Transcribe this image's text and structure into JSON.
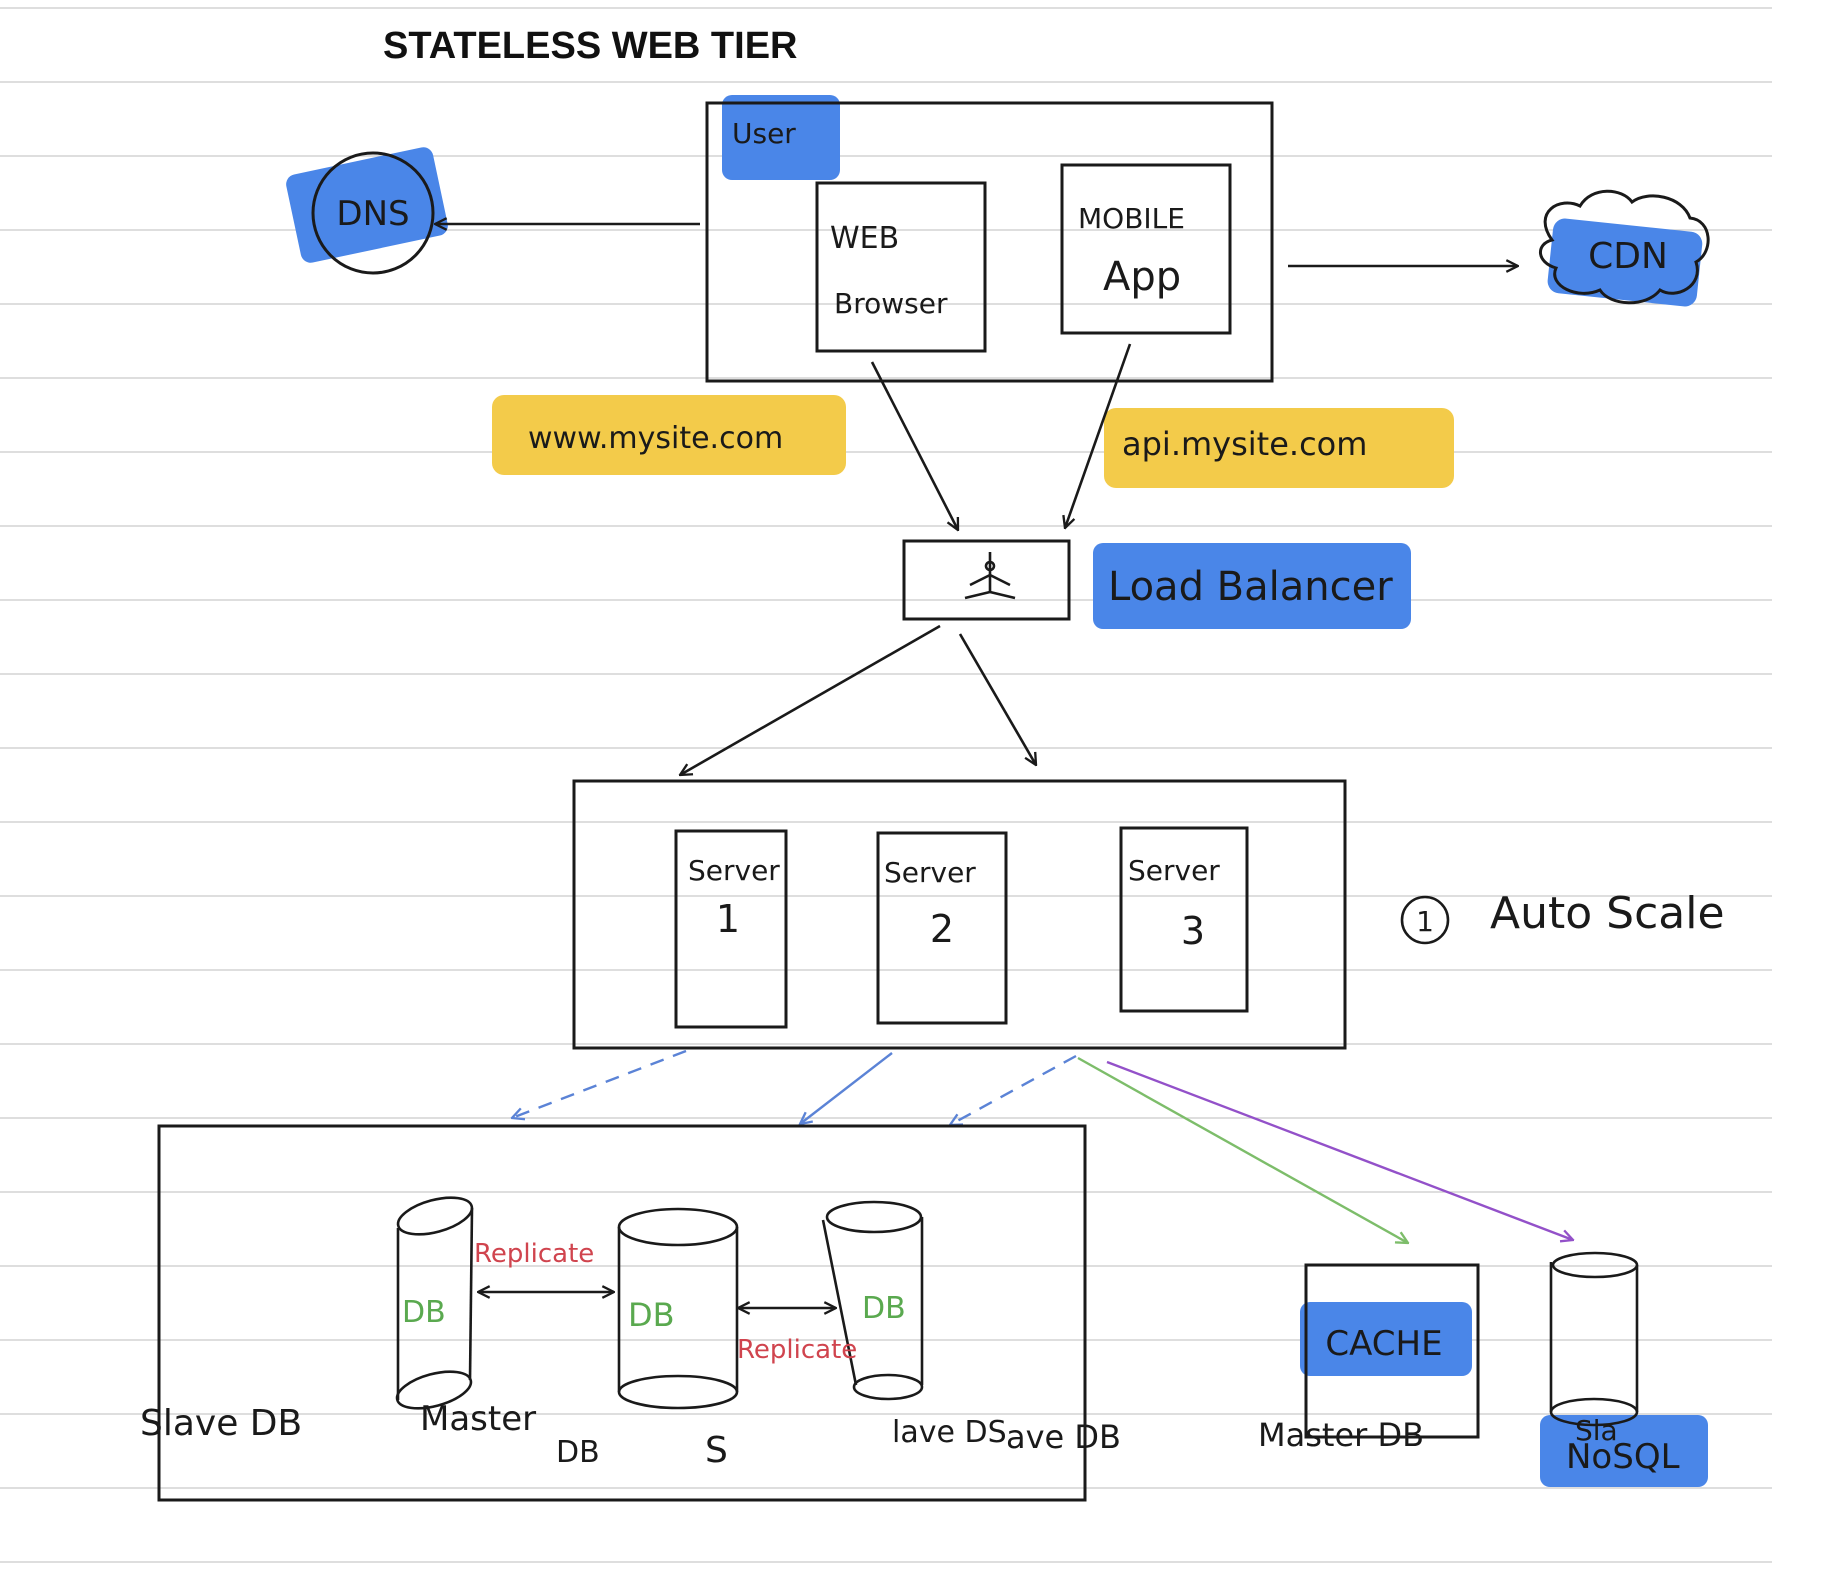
{
  "title": "STATELESS WEB TIER",
  "colors": {
    "highlight_blue": "#4a86e8",
    "highlight_yellow": "#f3cb4a",
    "db_label_green": "#5aa94f",
    "replicate_red": "#d0444e",
    "arrow_blue": "#5b83d6",
    "arrow_green": "#7dbd6a",
    "arrow_purple": "#9351c9"
  },
  "nodes": {
    "dns": "DNS",
    "user": "User",
    "web_browser_line1": "WEB",
    "web_browser_line2": "Browser",
    "mobile_app_line1": "MOBILE",
    "mobile_app_line2": "App",
    "cdn": "CDN",
    "web_domain": "www.mysite.com",
    "api_domain": "api.mysite.com",
    "load_balancer": "Load Balancer",
    "load_balancer_icon": "network-branch-icon",
    "servers": [
      {
        "label": "Server",
        "number": "1"
      },
      {
        "label": "Server",
        "number": "2"
      },
      {
        "label": "Server",
        "number": "3"
      }
    ],
    "auto_scale_number": "1",
    "auto_scale": "Auto Scale",
    "db_labels": [
      "DB",
      "DB",
      "DB"
    ],
    "replicate_labels": [
      "Replicate",
      "Replicate"
    ],
    "slave_db_left": "Slave DB",
    "master_db_line1": "Master",
    "master_db_line2": "DB",
    "s_label": "S",
    "overlap_text_a": "lave DS",
    "overlap_text_b": "ave DB",
    "cache": "CACHE",
    "master_db_right": "Master DB",
    "sla_label": "Sla",
    "nosql": "NoSQL"
  }
}
